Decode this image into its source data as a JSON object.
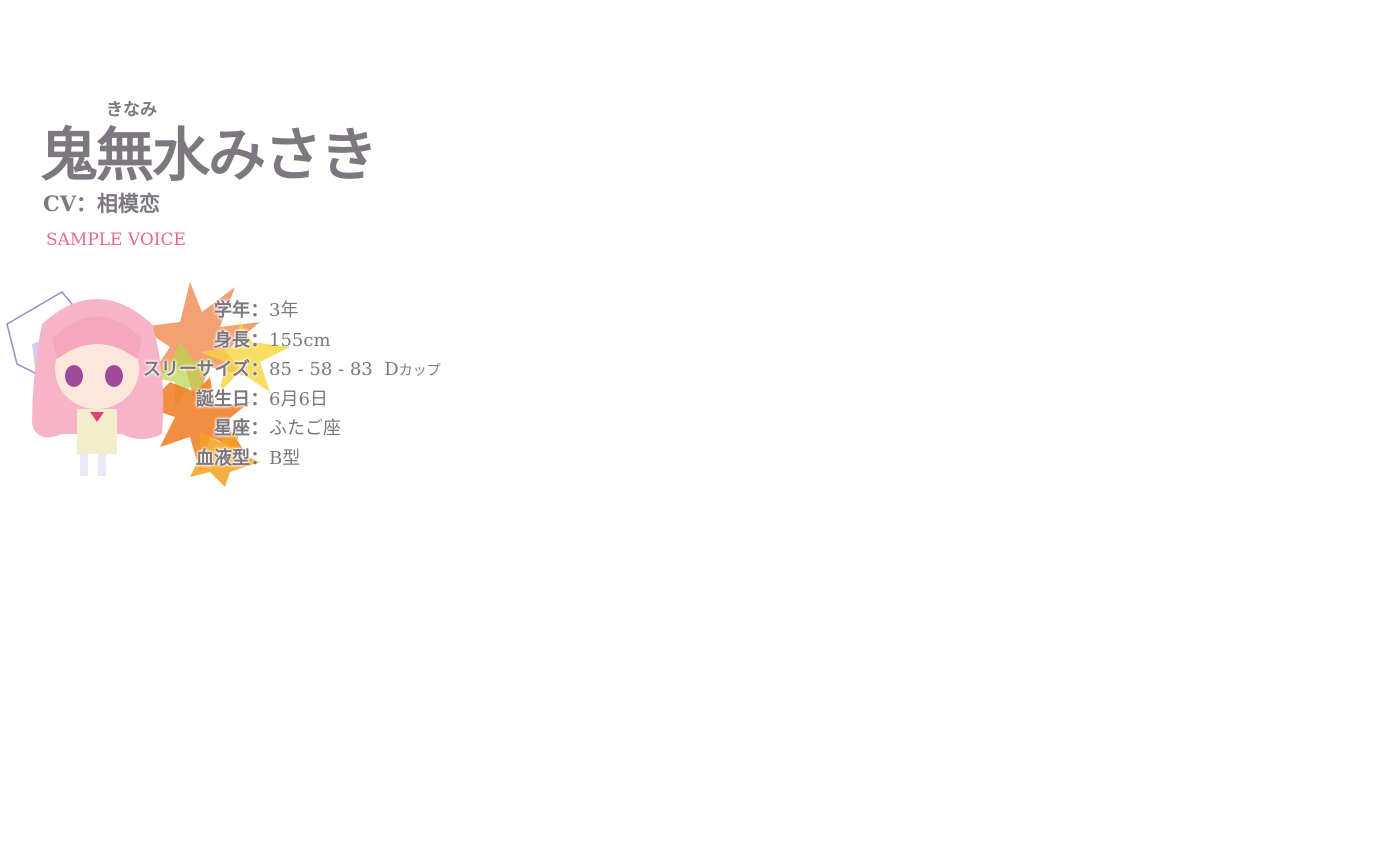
{
  "character": {
    "ruby": "きなみ",
    "name": "鬼無水みさき",
    "cv": "CV：相模恋",
    "sample_voice": "SAMPLE VOICE"
  },
  "profile": [
    {
      "label": "学年",
      "value": "3年"
    },
    {
      "label": "身長",
      "value": "155cm"
    },
    {
      "label": "スリーサイズ",
      "value": "85 - 58 - 83  D",
      "suffix": "カップ"
    },
    {
      "label": "誕生日",
      "value": "6月6日"
    },
    {
      "label": "星座",
      "value": "ふたご座"
    },
    {
      "label": "血液型",
      "value": "B型"
    }
  ],
  "colon": "：",
  "colors": {
    "text": "#7d7880",
    "accent": "#e8688d"
  }
}
